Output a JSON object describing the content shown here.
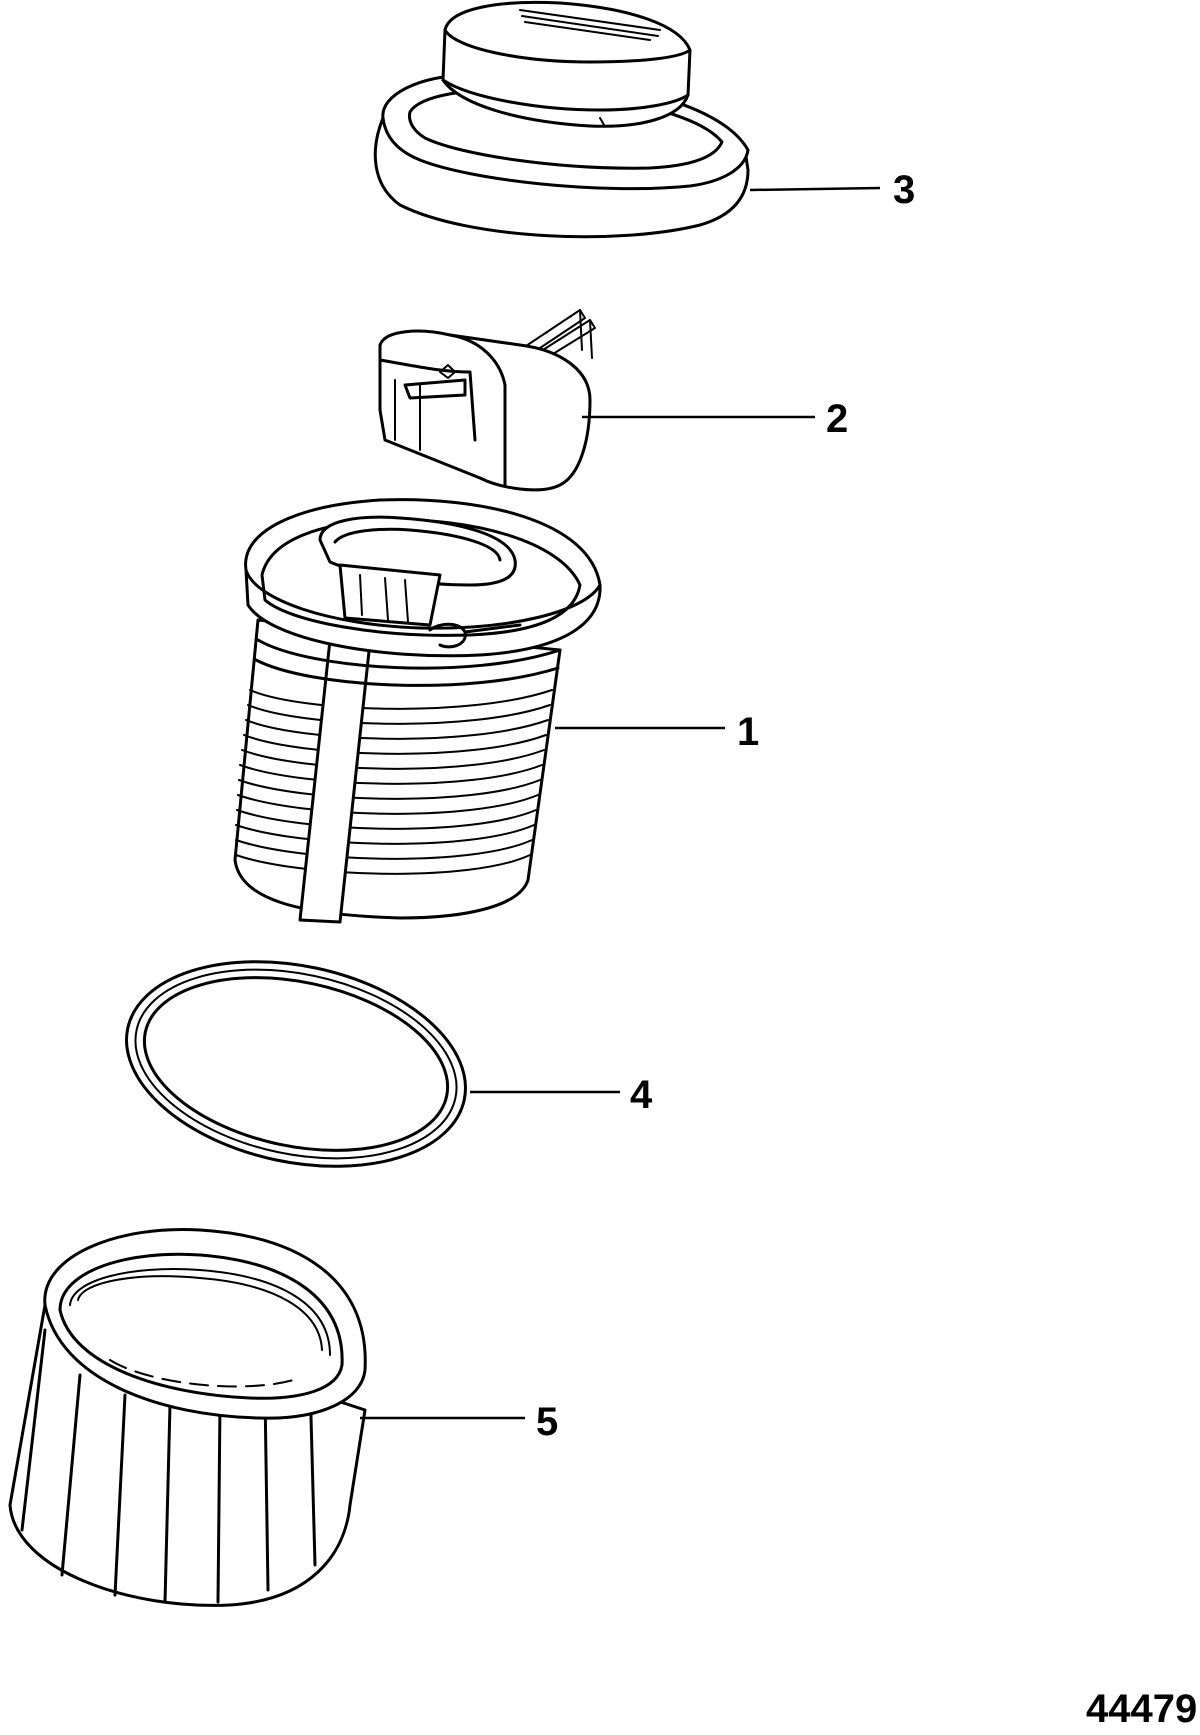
{
  "diagram": {
    "callouts": [
      {
        "id": "part-1",
        "label": "1"
      },
      {
        "id": "part-2",
        "label": "2"
      },
      {
        "id": "part-3",
        "label": "3"
      },
      {
        "id": "part-4",
        "label": "4"
      },
      {
        "id": "part-5",
        "label": "5"
      }
    ],
    "figure_number": "44479",
    "colors": {
      "line": "#000000",
      "background": "#ffffff"
    }
  }
}
